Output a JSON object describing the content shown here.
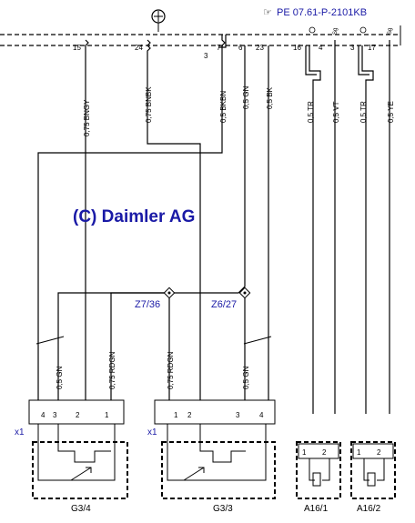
{
  "reference": {
    "arrow_icon": "pointing-hand-icon",
    "code": "PE 07.61-P-2101KB"
  },
  "watermark": "(C) Daimler AG",
  "top_bus": {
    "pin_labels": [
      "15",
      "24",
      "7",
      "6",
      "23",
      "16",
      "4",
      "3",
      "17"
    ],
    "side_label": "3",
    "sg_labels": [
      "Sg",
      "Sg"
    ]
  },
  "wires": {
    "w1": "0,75 BNGY",
    "w2": "0,75 BNBK",
    "w3": "0,5 BKBN",
    "w4": "0,5 GN",
    "w5": "0,5 BK",
    "w6": "0,5 TR",
    "w7": "0,5 VT",
    "w8": "0,5 TR",
    "w9": "0,5 YE",
    "lw1": "0,5 GN",
    "lw2": "0,75 RDGN",
    "lw3": "0,75 RDGN",
    "lw4": "0,5 GN"
  },
  "splices": {
    "z1": "Z7/36",
    "z2": "Z6/27"
  },
  "connectors": {
    "left": {
      "name": "x1",
      "pins": [
        "4",
        "3",
        "2",
        "1"
      ]
    },
    "right": {
      "name": "x1",
      "pins": [
        "1",
        "2",
        "3",
        "4"
      ]
    }
  },
  "components": {
    "g34": "G3/4",
    "g33": "G3/3",
    "a161": "A16/1",
    "a162": "A16/2",
    "a_pins": [
      "1",
      "2"
    ]
  },
  "colors": {
    "line": "#000000",
    "label_blue": "#1a1aa6"
  }
}
